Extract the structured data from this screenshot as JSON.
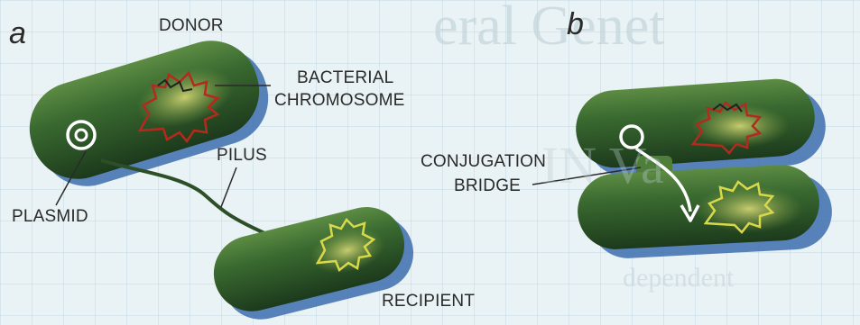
{
  "panels": {
    "a": "a",
    "b": "b"
  },
  "labels": {
    "donor": "DONOR",
    "bacterial": "BACTERIAL",
    "chromosome": "CHROMOSOME",
    "pilus": "PILUS",
    "plasmid": "PLASMID",
    "recipient": "RECIPIENT",
    "conjugation": "CONJUGATION",
    "bridge": "BRIDGE"
  },
  "background_text": {
    "line1": "eral Genet",
    "line2": "IN Va",
    "line3": "dependent"
  },
  "colors": {
    "paper": "#e9f2f4",
    "grid": "#c3d8e3",
    "cell_body": "#2f5a2a",
    "cell_highlight": "#6f9e4c",
    "cell_shadow": "#1c3a1c",
    "cast_shadow": "#3d6fae",
    "chromosome_red": "#b42a1e",
    "chromosome_yellow": "#d8d84a",
    "plasmid": "#ffffff"
  }
}
